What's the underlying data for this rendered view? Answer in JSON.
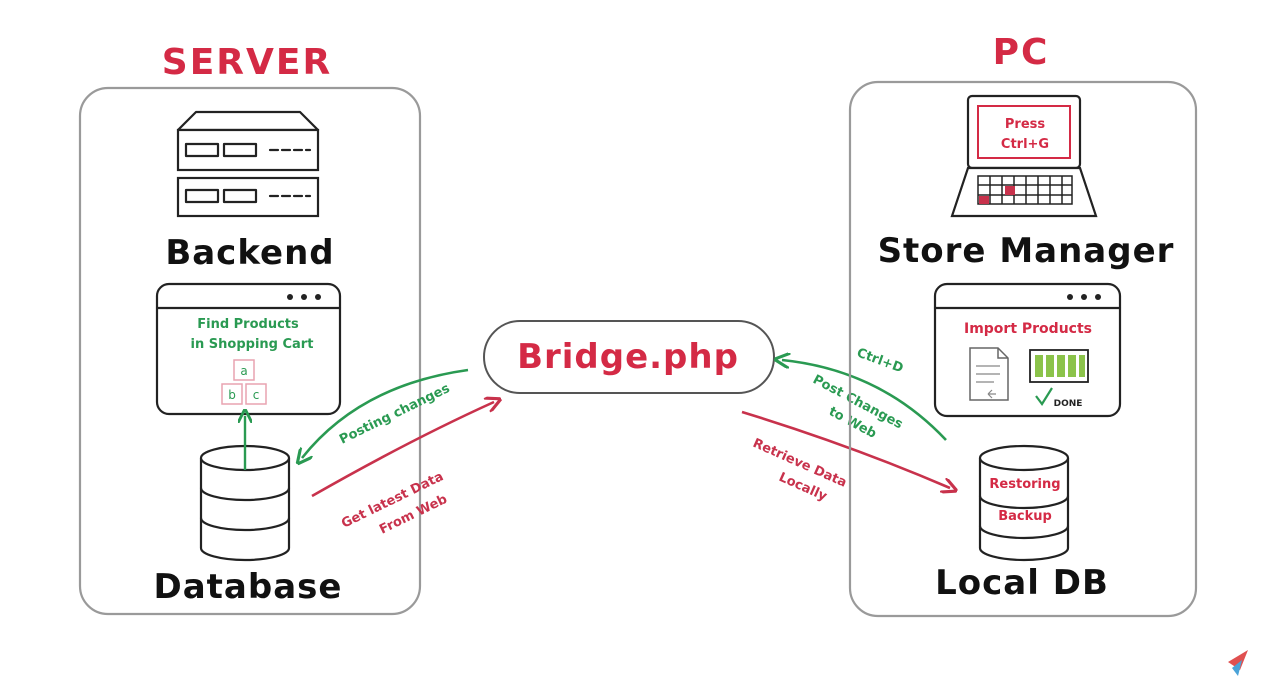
{
  "server": {
    "title": "SERVER",
    "backend_label": "Backend",
    "window_text_line1": "Find Products",
    "window_text_line2": "in Shopping Cart",
    "box_a": "a",
    "box_b": "b",
    "box_c": "c",
    "database_label": "Database"
  },
  "pc": {
    "title": "PC",
    "screen_line1": "Press",
    "screen_line2": "Ctrl+G",
    "store_manager_label": "Store Manager",
    "import_title": "Import Products",
    "done_label": "DONE",
    "db_line1": "Restoring",
    "db_line2": "Backup",
    "local_db_label": "Local DB"
  },
  "bridge": {
    "label": "Bridge.php"
  },
  "arrows": {
    "posting_changes": "Posting changes",
    "get_latest_line1": "Get latest Data",
    "get_latest_line2": "From Web",
    "ctrl_d": "Ctrl+D",
    "post_changes_line1": "Post Changes",
    "post_changes_line2": "to Web",
    "retrieve_line1": "Retrieve Data",
    "retrieve_line2": "Locally"
  },
  "colors": {
    "red": "#d42a45",
    "green": "#2a9a52",
    "ink": "#222222",
    "panel": "#9a9a9a"
  },
  "icons": {
    "server_rack": "server-rack-icon",
    "browser_window": "browser-window-icon",
    "database": "database-cylinder-icon",
    "laptop": "laptop-icon",
    "document": "document-icon",
    "progress": "progress-bar-icon",
    "checkmark": "checkmark-icon",
    "logo": "bird-logo-icon"
  }
}
